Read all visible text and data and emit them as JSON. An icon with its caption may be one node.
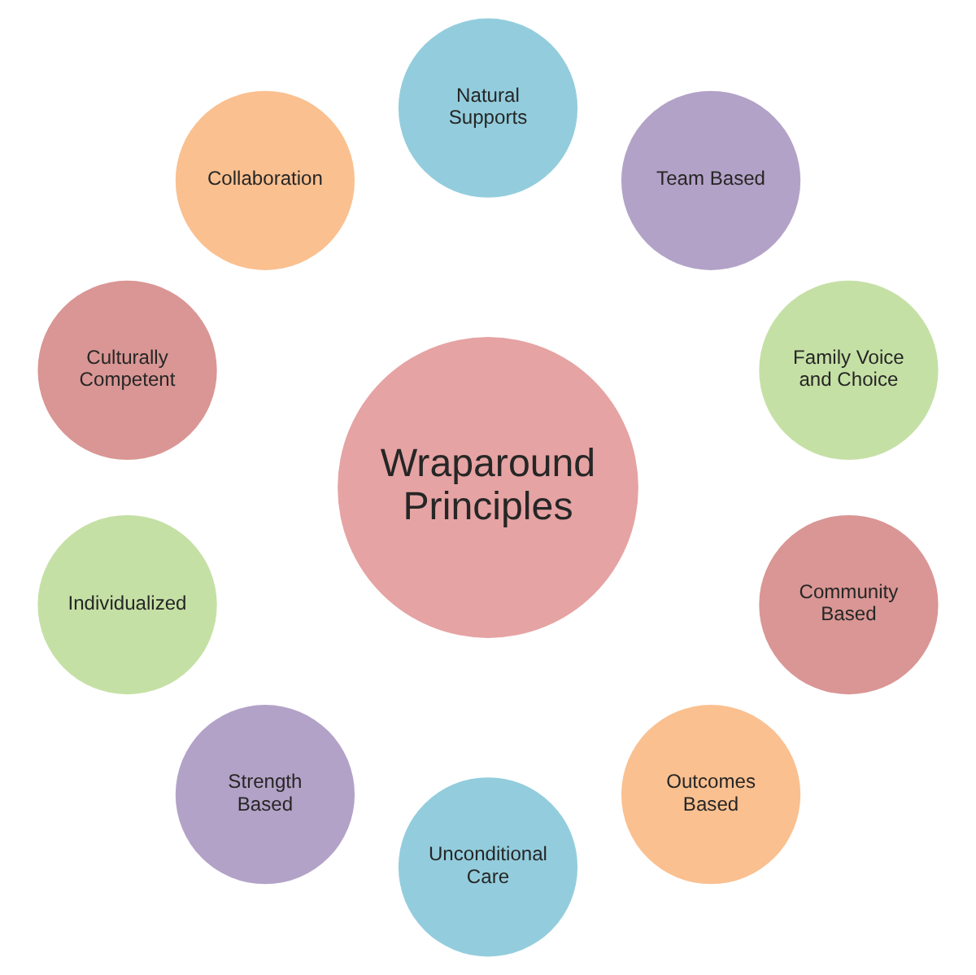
{
  "diagram": {
    "nodes": [
      {
        "text": [
          "Wraparound Principles"
        ]
      },
      {
        "text": [
          "Family Voice and Choice"
        ]
      },
      {
        "text": [
          "Team Based"
        ]
      },
      {
        "text": [
          "Natural Supports"
        ]
      },
      {
        "text": [
          "Collaboration"
        ]
      },
      {
        "text": [
          "Culturally Competent"
        ]
      },
      {
        "text": [
          "Individualized"
        ]
      },
      {
        "text": [
          "Strength Based"
        ]
      },
      {
        "text": [
          "Unconditional Care"
        ]
      },
      {
        "text": [
          "Outcomes Based"
        ]
      },
      {
        "text": [
          "Community Based"
        ]
      }
    ]
  }
}
